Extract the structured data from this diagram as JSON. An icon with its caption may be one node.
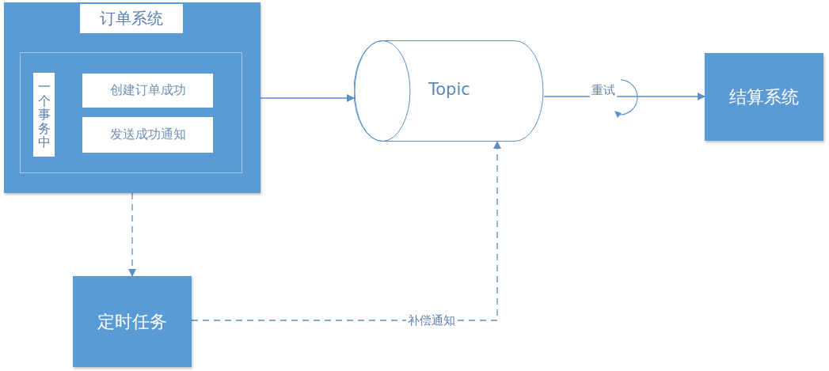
{
  "diagram": {
    "nodes": [
      {
        "text": [
          "订单系统"
        ]
      },
      {
        "text": [
          "一个事务中"
        ],
        "in": 0
      },
      {
        "text": [
          "创建订单成功"
        ],
        "in": 1
      },
      {
        "text": [
          "发送成功通知"
        ],
        "in": 1
      },
      {
        "text": [
          "Topic"
        ]
      },
      {
        "text": [
          "结算系统"
        ]
      },
      {
        "text": [
          "定时任务"
        ]
      }
    ],
    "edges": [
      {
        "from": 0,
        "to": 4,
        "arrow": "to"
      },
      {
        "from": 4,
        "to": 5,
        "arrow": "to",
        "label": "重试"
      },
      {
        "from": 0,
        "to": 6,
        "arrow": "to",
        "style": "dashed"
      },
      {
        "from": 6,
        "to": 4,
        "arrow": "to",
        "style": "dashed",
        "label": "补偿通知"
      }
    ]
  }
}
